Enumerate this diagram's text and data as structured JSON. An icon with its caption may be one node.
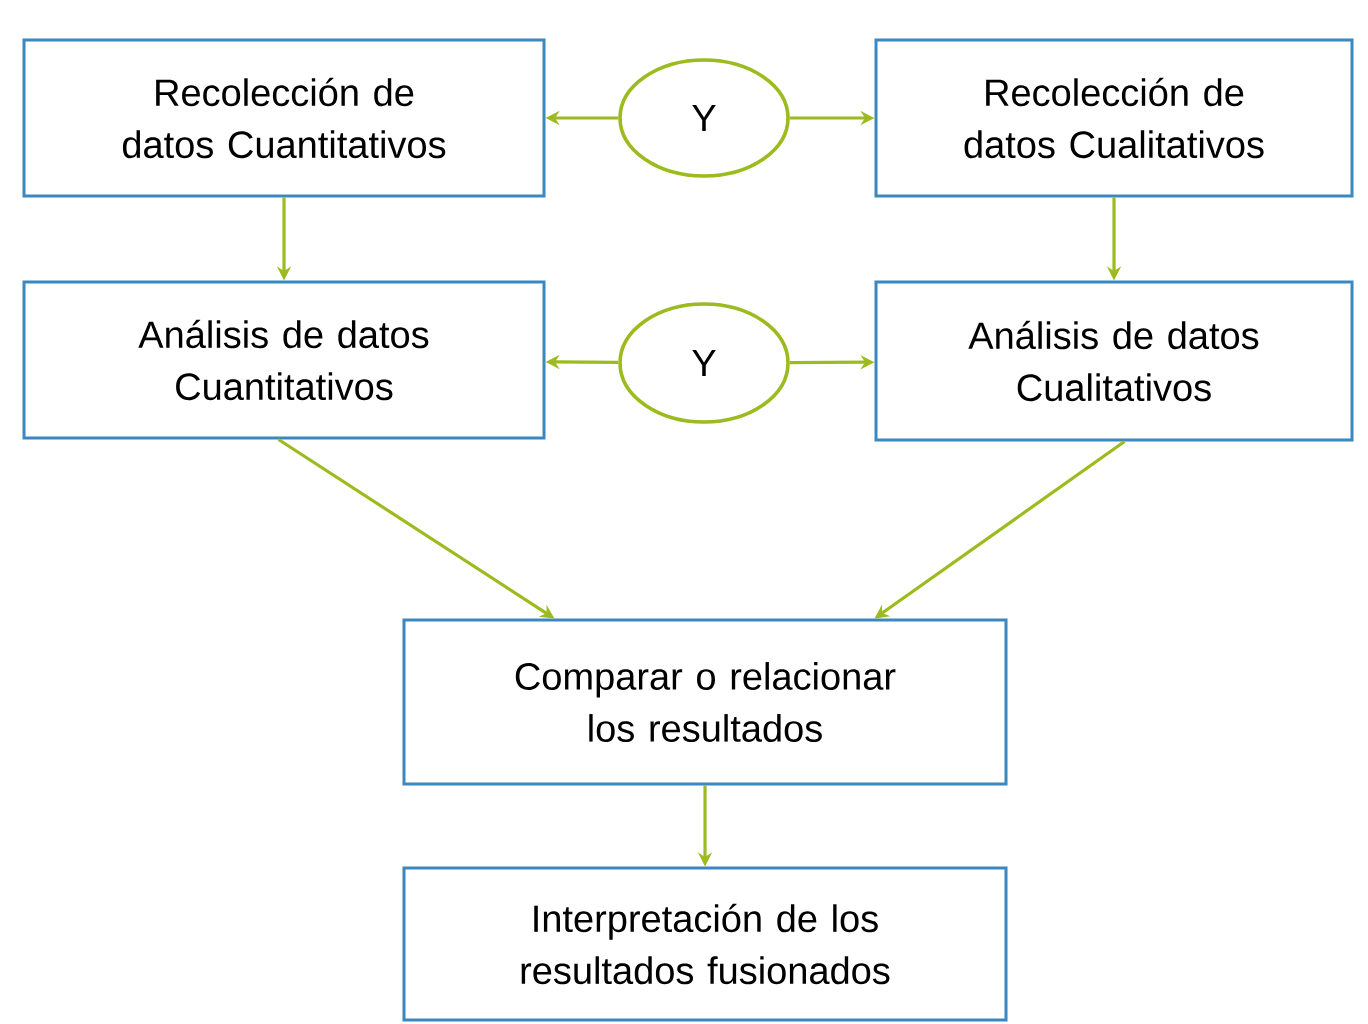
{
  "diagram": {
    "nodes": [
      {
        "text": [
          "Recolección de datos Cuantitativos"
        ]
      },
      {
        "text": [
          "Y"
        ]
      },
      {
        "text": [
          "Recolección de datos Cualitativos"
        ]
      },
      {
        "text": [
          "Análisis de datos Cuantitativos"
        ]
      },
      {
        "text": [
          "Y"
        ]
      },
      {
        "text": [
          "Análisis de datos Cualitativos"
        ]
      },
      {
        "text": [
          "Comparar o relacionar los resultados"
        ]
      },
      {
        "text": [
          "Interpretación de los resultados fusionados"
        ]
      }
    ],
    "edges": [
      {
        "from": 1,
        "to": 0,
        "arrow": "to"
      },
      {
        "from": 1,
        "to": 2,
        "arrow": "to"
      },
      {
        "from": 0,
        "to": 3,
        "arrow": "to"
      },
      {
        "from": 2,
        "to": 5,
        "arrow": "to"
      },
      {
        "from": 4,
        "to": 3,
        "arrow": "to"
      },
      {
        "from": 4,
        "to": 5,
        "arrow": "to"
      },
      {
        "from": 3,
        "to": 6,
        "arrow": "to"
      },
      {
        "from": 5,
        "to": 6,
        "arrow": "to"
      },
      {
        "from": 6,
        "to": 7,
        "arrow": "to"
      }
    ]
  }
}
